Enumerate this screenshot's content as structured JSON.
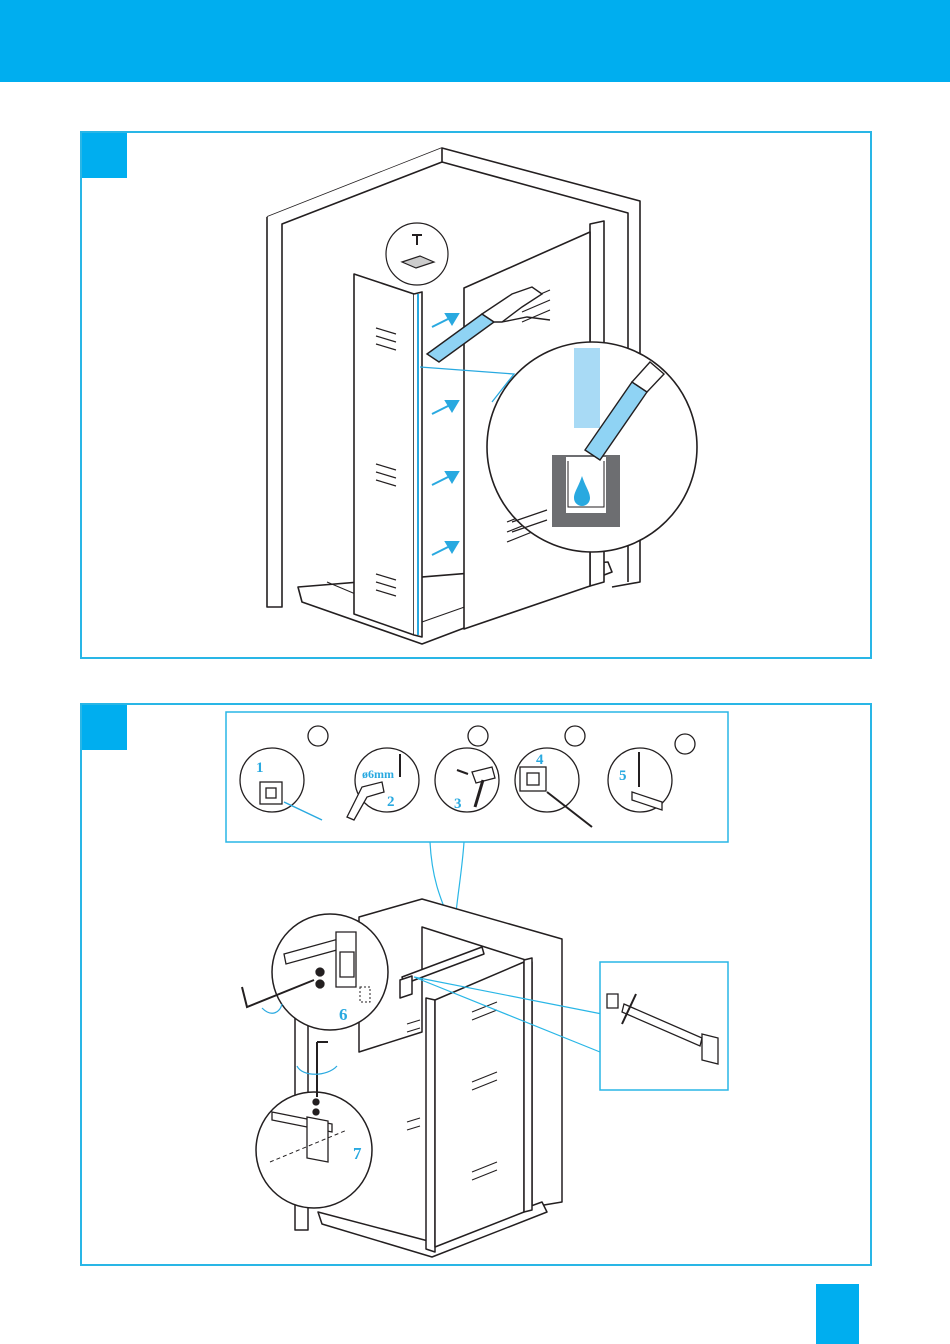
{
  "colors": {
    "accent": "#00aeef",
    "line": "#231f20",
    "frame": "#29b6e6"
  },
  "step2": {
    "tools": [
      {
        "number": "1"
      },
      {
        "number": "2",
        "drill_size": "ø6mm"
      },
      {
        "number": "3"
      },
      {
        "number": "4"
      },
      {
        "number": "5"
      }
    ],
    "detail_6": "6",
    "detail_7": "7"
  }
}
